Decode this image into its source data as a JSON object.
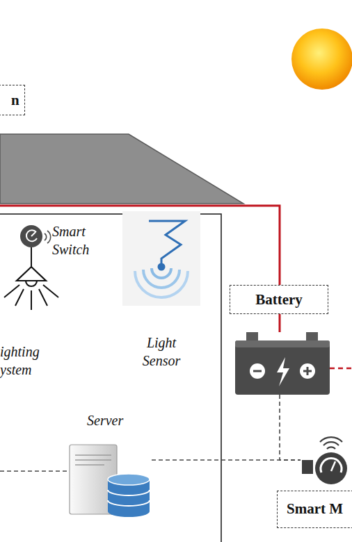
{
  "diagram": {
    "nodes": [
      {
        "text": [
          "n"
        ]
      },
      {
        "text": [
          "Smart Switch"
        ]
      },
      {
        "text": [
          "ighting ystem"
        ]
      },
      {
        "text": [
          "Light Sensor"
        ]
      },
      {
        "text": [
          "Battery"
        ]
      },
      {
        "text": [
          "Server"
        ]
      },
      {
        "text": [
          "Smart M"
        ]
      }
    ],
    "edges": [
      {
        "from": 4,
        "to": 6,
        "arrow": "none"
      },
      {
        "from": 5,
        "to": 6,
        "arrow": "none"
      }
    ]
  }
}
